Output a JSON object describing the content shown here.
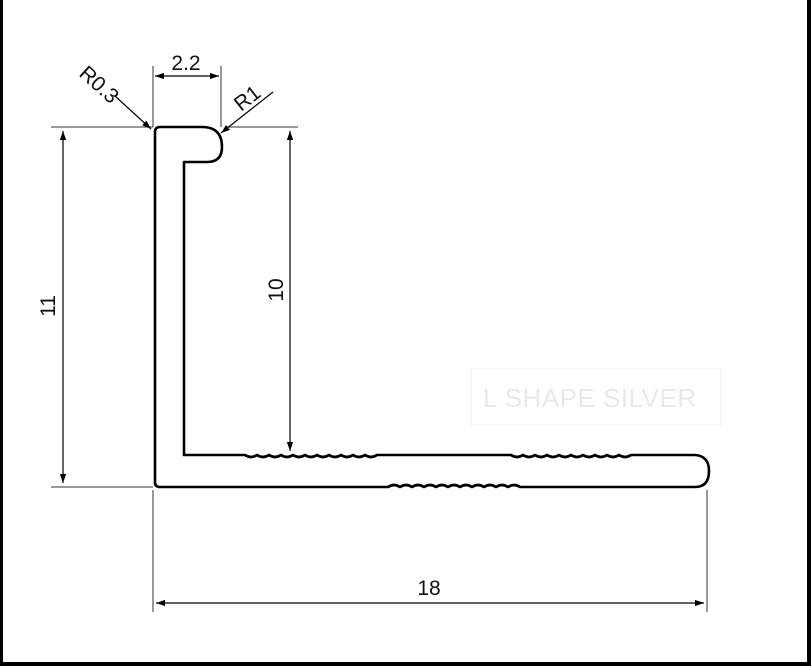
{
  "drawing": {
    "dimensions": {
      "top_width": "2.2",
      "outer_radius": "R0.3",
      "inner_radius": "R1",
      "total_height": "11",
      "inner_height": "10",
      "base_length": "18"
    },
    "watermark": "L SHAPE SILVER"
  }
}
